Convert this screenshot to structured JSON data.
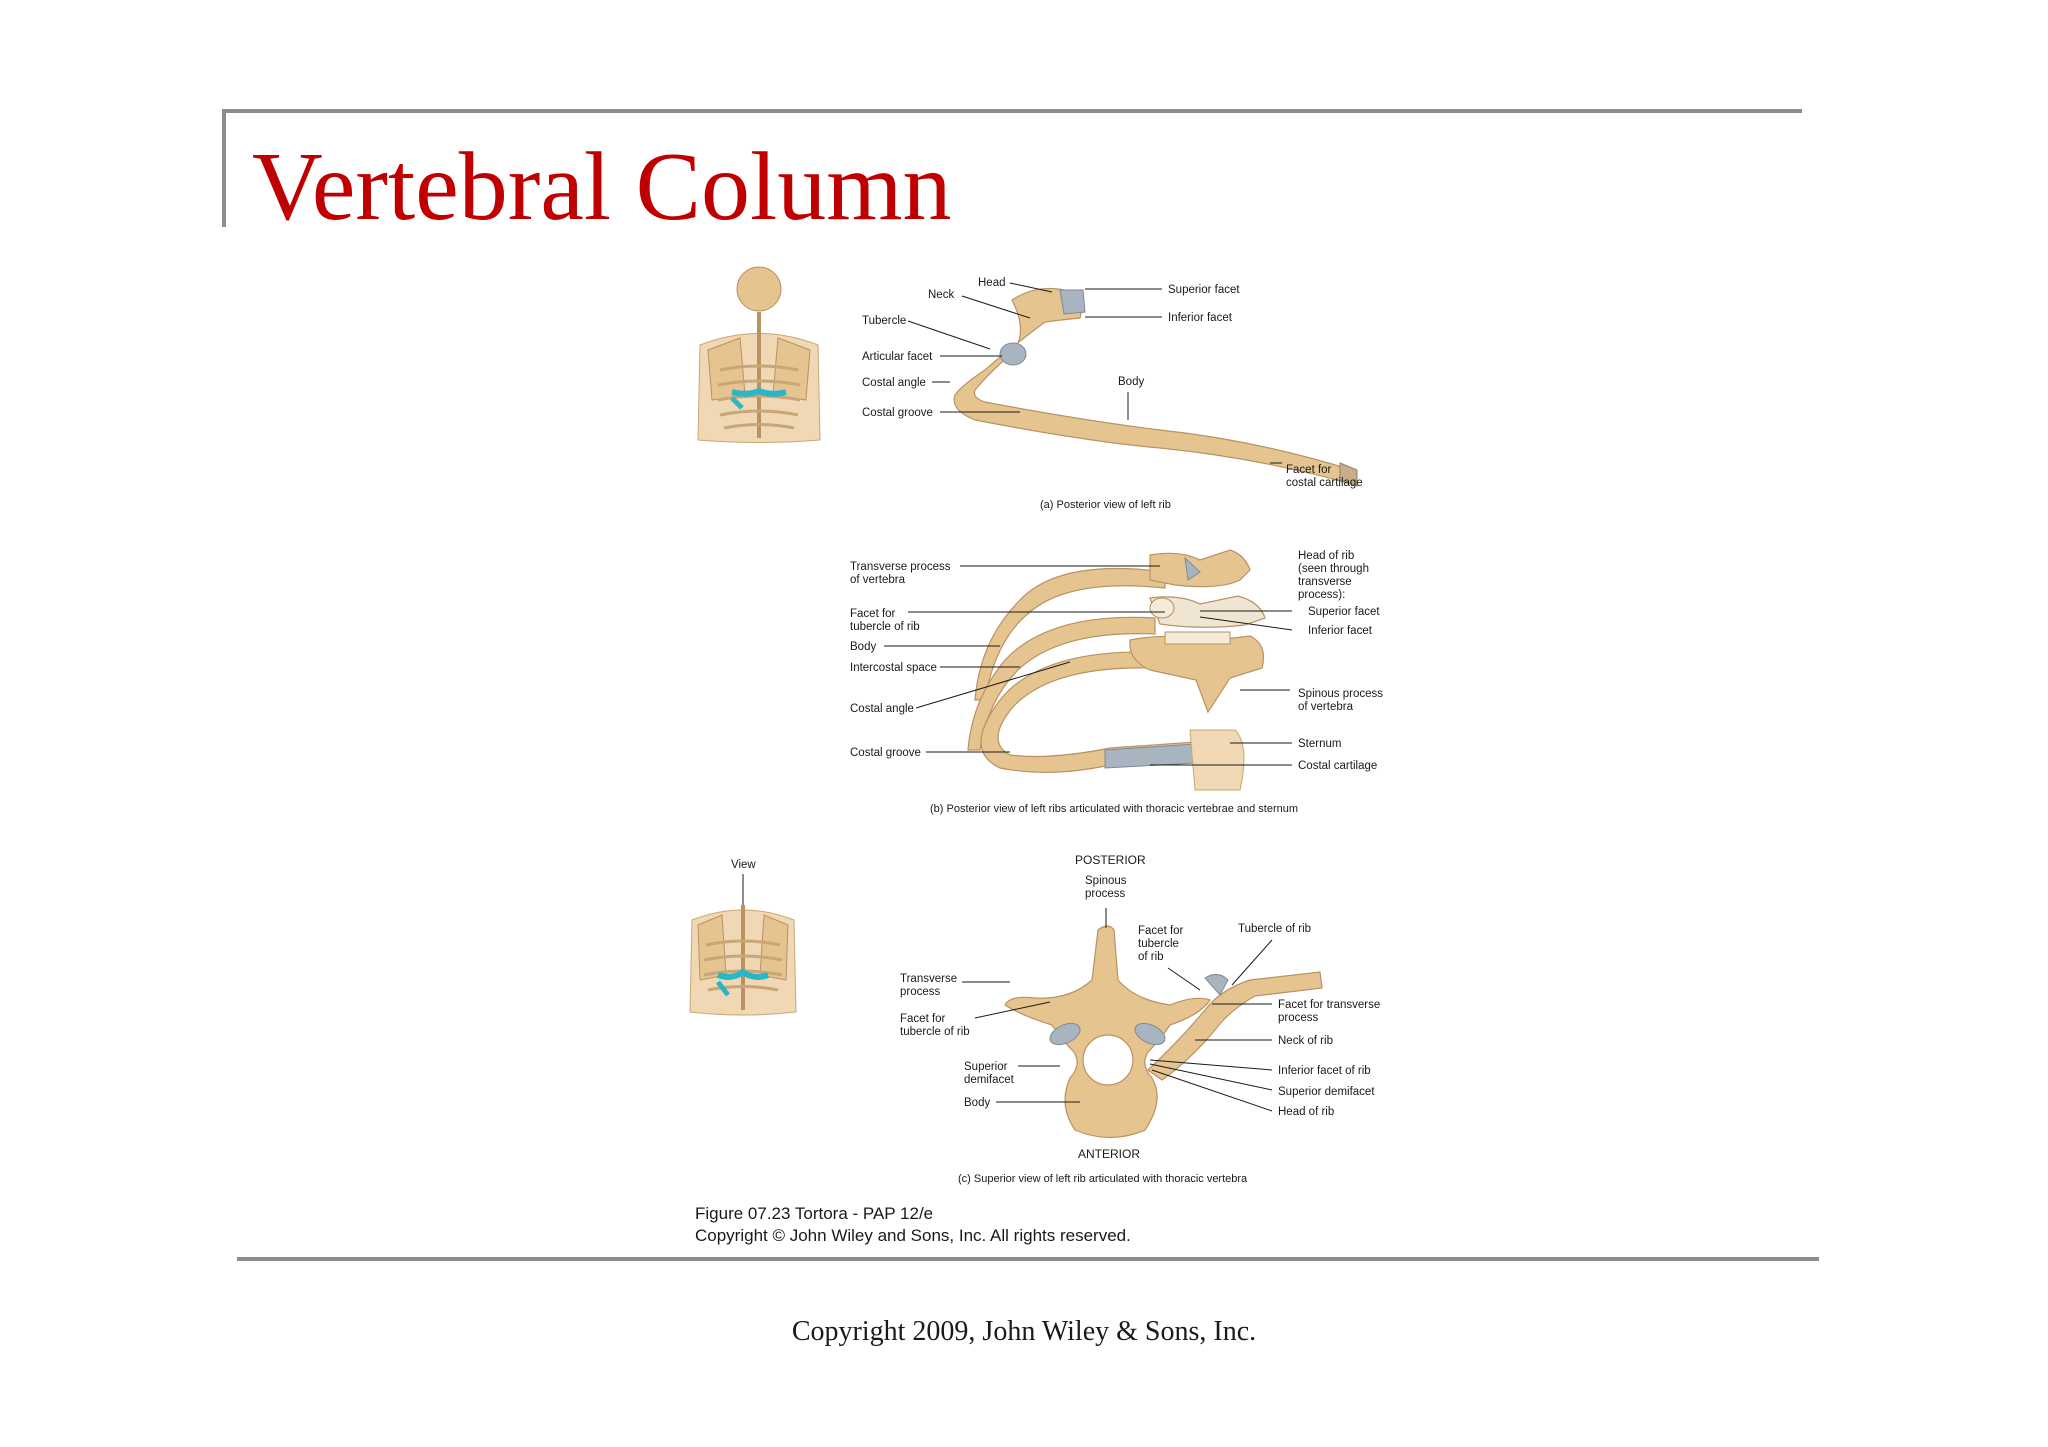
{
  "slide": {
    "title": "Vertebral Column",
    "footer": "Copyright 2009, John Wiley & Sons, Inc.",
    "title_color": "#c00000",
    "rule_color": "#8c8c8c"
  },
  "figure": {
    "bone_color": "#e6c48f",
    "cartilage_color": "#a8b4c0",
    "highlight_color": "#29b6c8",
    "panel_a": {
      "labels": {
        "head": "Head",
        "neck": "Neck",
        "tubercle": "Tubercle",
        "articular_facet": "Articular facet",
        "costal_angle": "Costal angle",
        "costal_groove": "Costal groove",
        "superior_facet": "Superior facet",
        "inferior_facet": "Inferior facet",
        "body": "Body",
        "facet_costal_1": "Facet for",
        "facet_costal_2": "costal cartilage"
      },
      "caption": "(a) Posterior view of left rib"
    },
    "panel_b": {
      "labels": {
        "transverse_1": "Transverse process",
        "transverse_2": "of vertebra",
        "facet_tubercle_1": "Facet for",
        "facet_tubercle_2": "tubercle of rib",
        "body": "Body",
        "intercostal": "Intercostal space",
        "costal_angle": "Costal angle",
        "costal_groove": "Costal groove",
        "head_rib_1": "Head of rib",
        "head_rib_2": "(seen through",
        "head_rib_3": "transverse",
        "head_rib_4": "process):",
        "superior_facet": "Superior facet",
        "inferior_facet": "Inferior facet",
        "spinous_1": "Spinous process",
        "spinous_2": "of vertebra",
        "sternum": "Sternum",
        "costal_cartilage": "Costal cartilage"
      },
      "caption": "(b) Posterior view of left ribs articulated with thoracic vertebrae and sternum"
    },
    "panel_c": {
      "view": "View",
      "posterior": "POSTERIOR",
      "anterior": "ANTERIOR",
      "labels": {
        "spinous_1": "Spinous",
        "spinous_2": "process",
        "facet_tub_1": "Facet for",
        "facet_tub_2": "tubercle",
        "facet_tub_3": "of rib",
        "tubercle_rib": "Tubercle of rib",
        "transverse_1": "Transverse",
        "transverse_2": "process",
        "facet_tub_left_1": "Facet for",
        "facet_tub_left_2": "tubercle of rib",
        "facet_transverse_1": "Facet for transverse",
        "facet_transverse_2": "process",
        "neck_rib": "Neck of rib",
        "superior_demi_1": "Superior",
        "superior_demi_2": "demifacet",
        "inferior_facet_rib": "Inferior facet of rib",
        "superior_demifacet": "Superior demifacet",
        "body": "Body",
        "head_rib": "Head of rib"
      },
      "caption": "(c) Superior view of left rib articulated with thoracic vertebra"
    },
    "credit_1": "Figure 07.23  Tortora - PAP 12/e",
    "credit_2": "Copyright © John Wiley and Sons, Inc. All rights reserved."
  }
}
